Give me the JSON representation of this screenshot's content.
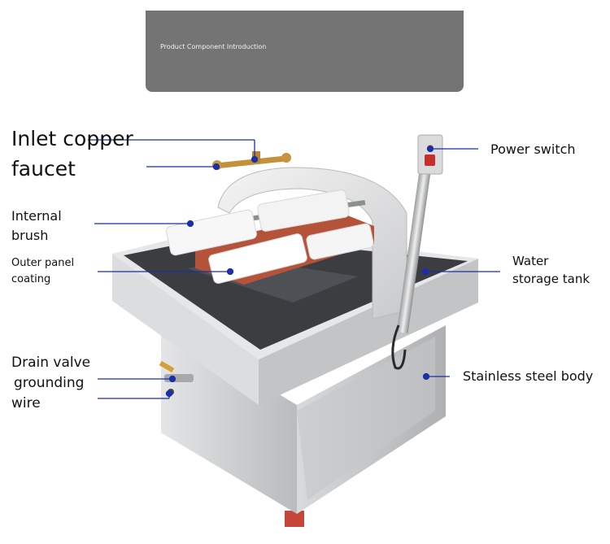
{
  "banner": {
    "title": "Product Component Introduction"
  },
  "callouts": {
    "inlet_faucet": {
      "line1": "Inlet copper",
      "line2": "faucet"
    },
    "internal_brush": {
      "line1": "Internal",
      "line2": "brush"
    },
    "outer_panel": {
      "line1": "Outer panel",
      "line2": "coating"
    },
    "drain": {
      "line1": "Drain valve",
      "line2": "grounding",
      "line3": "wire"
    },
    "power_switch": {
      "text": "Power switch"
    },
    "water_tank": {
      "line1": "Water",
      "line2": "storage tank"
    },
    "body": {
      "text": "Stainless steel body"
    }
  },
  "colors": {
    "leader": "#1a2fa8",
    "banner": "#747474",
    "steel": "#cfd1d3",
    "tank": "#3b3d40",
    "brush_frame": "#b5533a"
  }
}
